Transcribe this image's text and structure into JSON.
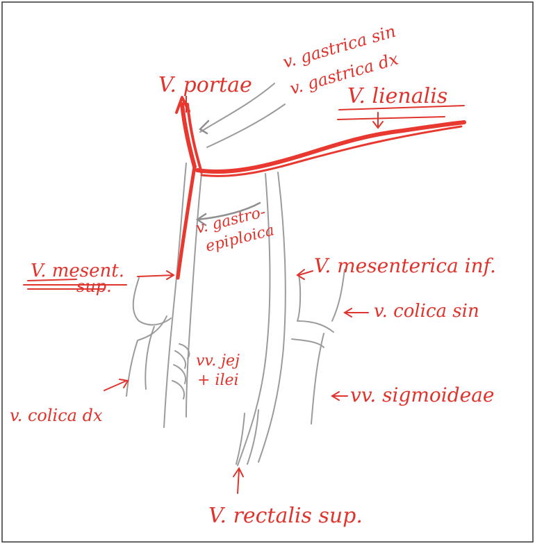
{
  "colors": {
    "vessel_grey": "#9b9b9b",
    "portal_red": "#e8382f",
    "label_red": "#e0332c",
    "frame": "#333333"
  },
  "labels": {
    "v_portae": "V. portae",
    "v_gastrica_sin": "v. gastrica sin",
    "v_gastrica_dx": "v. gastrica dx",
    "v_lienalis": "V. lienalis",
    "v_gastroepiploica_line1": "v. gastro-",
    "v_gastroepiploica_line2": "epiploica",
    "v_mesent_sup_line1": "V. mesent.",
    "v_mesent_sup_line2": "sup.",
    "v_mesenterica_inf": "V. mesenterica inf.",
    "v_colica_sin": "v. colica sin",
    "vv_jej_ilei_line1": "vv. jej",
    "vv_jej_ilei_line2": "+ ilei",
    "vv_sigmoideae": "vv. sigmoideae",
    "v_colica_dx": "v. colica dx",
    "v_rectalis_sup": "V. rectalis sup."
  }
}
